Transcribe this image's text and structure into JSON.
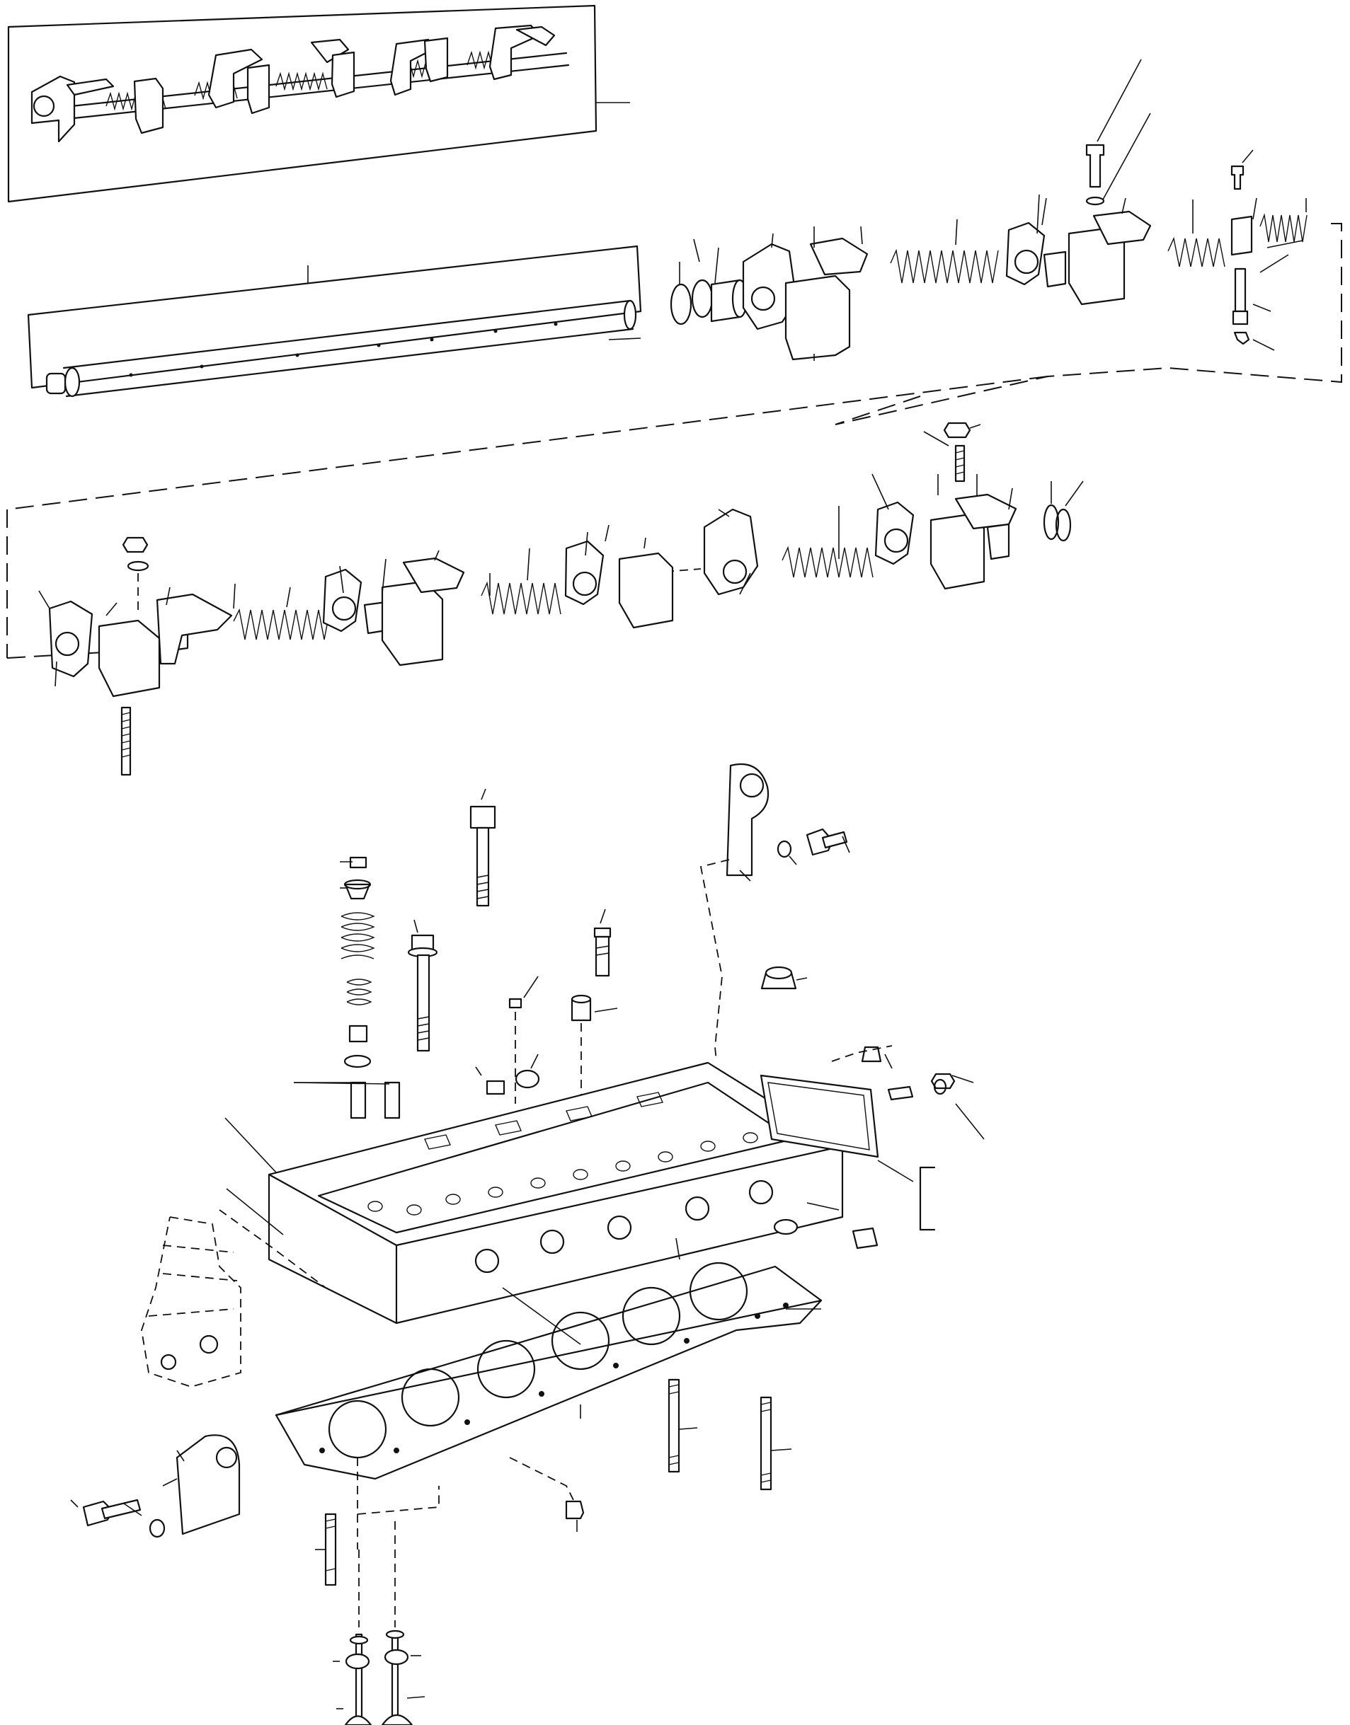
{
  "diagram": {
    "type": "exploded-parts-drawing",
    "has_text_labels": false,
    "groups": [
      {
        "name": "rocker-shaft-assembly-complete"
      },
      {
        "name": "rocker-shaft"
      },
      {
        "name": "rocker-arm-train-rear"
      },
      {
        "name": "rocker-arm-train-front"
      },
      {
        "name": "valve-spring-set"
      },
      {
        "name": "cylinder-head"
      },
      {
        "name": "head-gasket"
      },
      {
        "name": "lifting-eye-front"
      },
      {
        "name": "lifting-eye-rear"
      },
      {
        "name": "inlet-exhaust-valves"
      },
      {
        "name": "head-studs"
      }
    ]
  }
}
